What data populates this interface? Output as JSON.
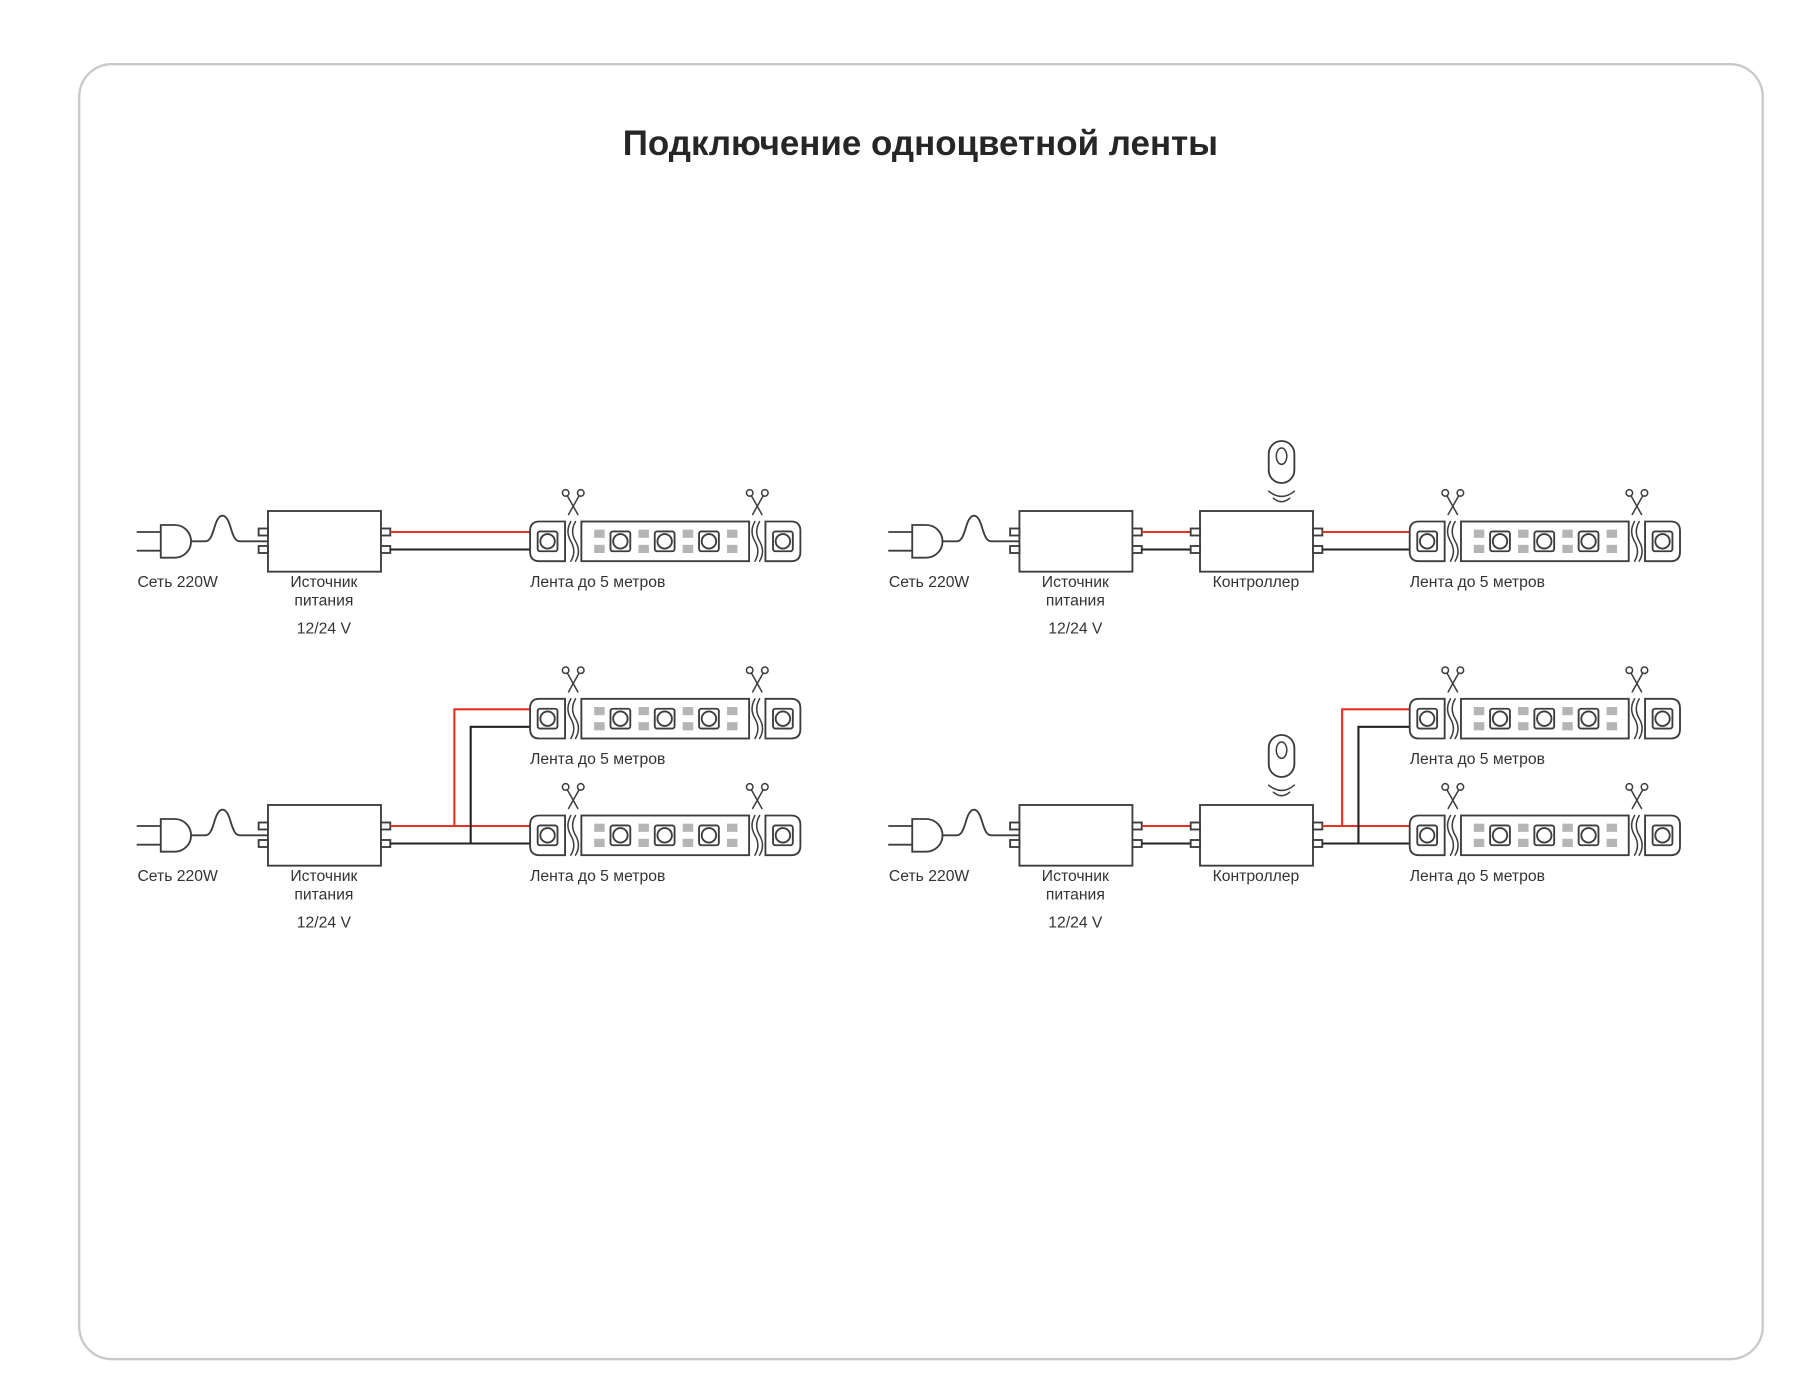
{
  "title": "Подключение одноцветной ленты",
  "labels": {
    "mains": "Сеть 220W",
    "psu_line1": "Источник",
    "psu_line2": "питания",
    "psu_voltage": "12/24 V",
    "controller": "Контроллер",
    "strip": "Лента до 5 метров"
  },
  "icons": [
    "plug-icon",
    "power-supply-box",
    "controller-box",
    "remote-icon",
    "wireless-signal-icon",
    "led-strip",
    "led-icon",
    "solder-pads-icon",
    "scissors-icon"
  ],
  "colors": {
    "outline": "#3d3d3d",
    "wire_red": "#e53225",
    "wire_black": "#222222",
    "pad": "#b5b5b5",
    "border": "#c9c9c9",
    "text": "#333333"
  }
}
